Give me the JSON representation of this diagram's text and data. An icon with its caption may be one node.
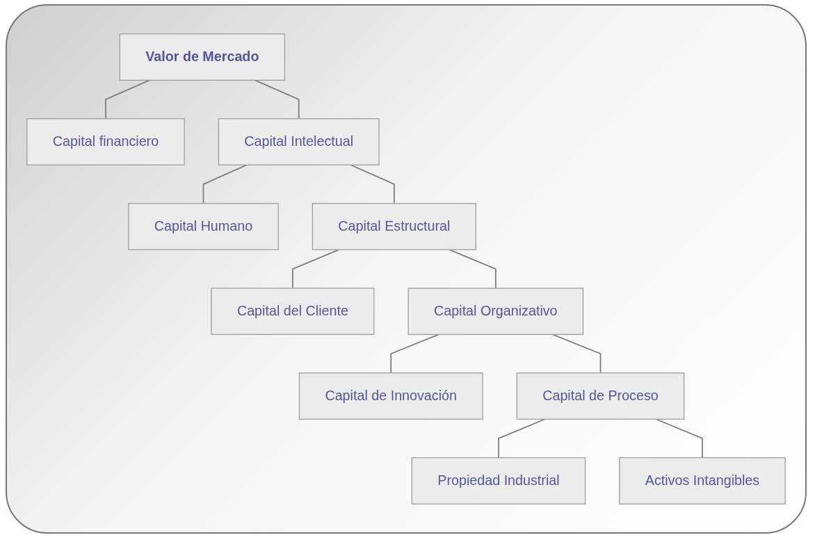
{
  "diagram": {
    "nodes": [
      {
        "text": [
          "Valor de Mercado"
        ]
      },
      {
        "text": [
          "Capital financiero"
        ]
      },
      {
        "text": [
          "Capital Intelectual"
        ]
      },
      {
        "text": [
          "Capital Humano"
        ]
      },
      {
        "text": [
          "Capital Estructural"
        ]
      },
      {
        "text": [
          "Capital del Cliente"
        ]
      },
      {
        "text": [
          "Capital Organizativo"
        ]
      },
      {
        "text": [
          "Capital de Innovación"
        ]
      },
      {
        "text": [
          "Capital de Proceso"
        ]
      },
      {
        "text": [
          "Propiedad Industrial"
        ]
      },
      {
        "text": [
          "Activos Intangibles"
        ]
      }
    ],
    "edges": [
      {
        "from": 0,
        "to": 1,
        "arrow": "none"
      },
      {
        "from": 0,
        "to": 2,
        "arrow": "none"
      },
      {
        "from": 2,
        "to": 3,
        "arrow": "none"
      },
      {
        "from": 2,
        "to": 4,
        "arrow": "none"
      },
      {
        "from": 4,
        "to": 5,
        "arrow": "none"
      },
      {
        "from": 4,
        "to": 6,
        "arrow": "none"
      },
      {
        "from": 6,
        "to": 7,
        "arrow": "none"
      },
      {
        "from": 6,
        "to": 8,
        "arrow": "none"
      },
      {
        "from": 8,
        "to": 9,
        "arrow": "none"
      },
      {
        "from": 8,
        "to": 10,
        "arrow": "none"
      }
    ]
  }
}
